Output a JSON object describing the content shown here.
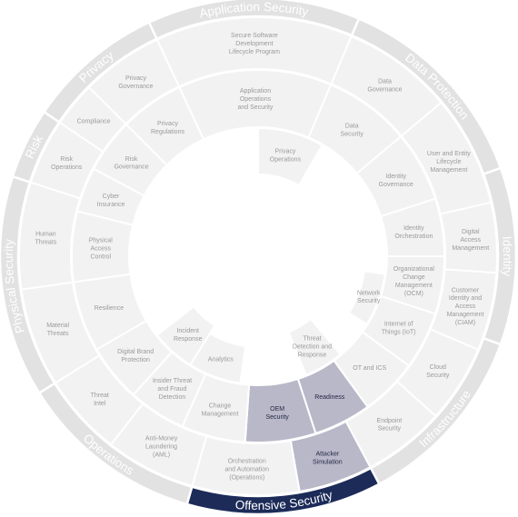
{
  "colors": {
    "ring": "#e2e2e2",
    "ring_text": "#ffffff",
    "segment": "#f2f2f2",
    "segment_text": "#9a9a9a",
    "highlight": "#b9b8c9",
    "highlight_text": "#1f2540",
    "accent": "#1c2b58",
    "accent_text": "#ffffff",
    "background": "#ffffff"
  },
  "categories": [
    {
      "id": "application-security",
      "label": "Application Security"
    },
    {
      "id": "data-protection",
      "label": "Data Protection"
    },
    {
      "id": "identity",
      "label": "Identity"
    },
    {
      "id": "infrastructure",
      "label": "Infrastructure"
    },
    {
      "id": "offensive-security",
      "label": "Offensive Security",
      "highlight": true
    },
    {
      "id": "operations",
      "label": "Operations"
    },
    {
      "id": "physical-security",
      "label": "Physical Security"
    },
    {
      "id": "risk",
      "label": "Risk"
    },
    {
      "id": "privacy",
      "label": "Privacy"
    }
  ],
  "outer_segments": [
    {
      "id": "secure-sdlc",
      "lines": [
        "Secure Software",
        "Development",
        "Lifecycle Program"
      ]
    },
    {
      "id": "data-governance",
      "lines": [
        "Data",
        "Governance"
      ]
    },
    {
      "id": "user-entity-lifecycle",
      "lines": [
        "User and Entity",
        "Lifecycle",
        "Management"
      ]
    },
    {
      "id": "digital-access-management",
      "lines": [
        "Digital",
        "Access",
        "Management"
      ]
    },
    {
      "id": "ciam",
      "lines": [
        "Customer",
        "Identity and",
        "Access",
        "Management",
        "(CIAM)"
      ]
    },
    {
      "id": "cloud-security",
      "lines": [
        "Cloud",
        "Security"
      ]
    },
    {
      "id": "endpoint-security",
      "lines": [
        "Endpoint",
        "Security"
      ]
    },
    {
      "id": "attacker-simulation",
      "lines": [
        "Attacker",
        "Simulation"
      ],
      "highlight": true
    },
    {
      "id": "orchestration-automation",
      "lines": [
        "Orchestration",
        "and Automation",
        "(Operations)"
      ]
    },
    {
      "id": "anti-money-laundering",
      "lines": [
        "Anti-Money",
        "Laundering",
        "(AML)"
      ]
    },
    {
      "id": "threat-intel",
      "lines": [
        "Threat",
        "Intel"
      ]
    },
    {
      "id": "material-threats",
      "lines": [
        "Material",
        "Threats"
      ]
    },
    {
      "id": "human-threats",
      "lines": [
        "Human",
        "Threats"
      ]
    },
    {
      "id": "risk-operations",
      "lines": [
        "Risk",
        "Operations"
      ]
    },
    {
      "id": "compliance",
      "lines": [
        "Compliance"
      ]
    },
    {
      "id": "privacy-governance",
      "lines": [
        "Privacy",
        "Governance"
      ]
    }
  ],
  "middle_segments": [
    {
      "id": "app-ops-security",
      "lines": [
        "Application",
        "Operations",
        "and Security"
      ]
    },
    {
      "id": "data-security",
      "lines": [
        "Data",
        "Security"
      ]
    },
    {
      "id": "identity-governance",
      "lines": [
        "Identity",
        "Governance"
      ]
    },
    {
      "id": "identity-orchestration",
      "lines": [
        "Identity",
        "Orchestration"
      ]
    },
    {
      "id": "ocm",
      "lines": [
        "Organizational",
        "Change",
        "Management",
        "(OCM)"
      ]
    },
    {
      "id": "internet-of-things",
      "lines": [
        "Internet of",
        "Things (IoT)"
      ]
    },
    {
      "id": "ot-ics",
      "lines": [
        "OT and ICS"
      ]
    },
    {
      "id": "readiness",
      "lines": [
        "Readiness"
      ],
      "highlight": true
    },
    {
      "id": "oem-security",
      "lines": [
        "OEM",
        "Security"
      ],
      "highlight": true
    },
    {
      "id": "change-management",
      "lines": [
        "Change",
        "Management"
      ]
    },
    {
      "id": "insider-threat-fraud",
      "lines": [
        "Insider Threat",
        "and Fraud",
        "Detection"
      ]
    },
    {
      "id": "digital-brand-protection",
      "lines": [
        "Digital Brand",
        "Protection"
      ]
    },
    {
      "id": "resilience",
      "lines": [
        "Resilience"
      ]
    },
    {
      "id": "physical-access-control",
      "lines": [
        "Physical",
        "Access",
        "Control"
      ]
    },
    {
      "id": "cyber-insurance",
      "lines": [
        "Cyber",
        "Insurance"
      ]
    },
    {
      "id": "risk-governance",
      "lines": [
        "Risk",
        "Governance"
      ]
    },
    {
      "id": "privacy-regulations",
      "lines": [
        "Privacy",
        "Regulations"
      ]
    }
  ],
  "inner_segments": [
    {
      "id": "privacy-operations",
      "lines": [
        "Privacy",
        "Operations"
      ]
    },
    {
      "id": "network-security",
      "lines": [
        "Network",
        "Security"
      ]
    },
    {
      "id": "threat-detection-response",
      "lines": [
        "Threat",
        "Detection and",
        "Response"
      ]
    },
    {
      "id": "analytics",
      "lines": [
        "Analytics"
      ]
    },
    {
      "id": "incident-response",
      "lines": [
        "Incident",
        "Response"
      ]
    }
  ]
}
